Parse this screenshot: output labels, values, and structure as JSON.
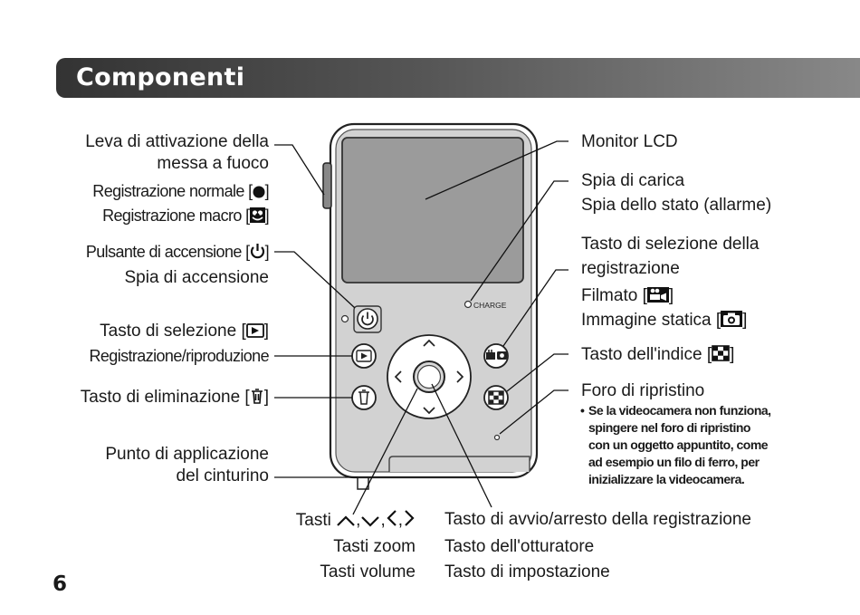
{
  "header": {
    "title": "Componenti"
  },
  "page_number": "6",
  "left_labels": {
    "focus_lever_line1": "Leva di attivazione della",
    "focus_lever_line2": "messa a fuoco",
    "normal_rec": "Registrazione normale [",
    "macro_rec": "Registrazione macro [",
    "power_button": "Pulsante di accensione [",
    "power_lamp": "Spia di accensione",
    "select_button": "Tasto di selezione [",
    "rec_play": "Registrazione/riproduzione",
    "delete_button": "Tasto di eliminazione [",
    "strap_line1": "Punto di applicazione",
    "strap_line2": "del cinturino"
  },
  "right_labels": {
    "lcd": "Monitor LCD",
    "charge_lamp": "Spia di carica",
    "status_lamp": "Spia dello stato (allarme)",
    "rec_select_line1": "Tasto di selezione della",
    "rec_select_line2": "registrazione",
    "movie": "Filmato [",
    "still": "Immagine statica [",
    "index": "Tasto dell'indice [",
    "reset_hole": "Foro di ripristino"
  },
  "bracket_close": "]",
  "reset_note": [
    "Se la videocamera non funziona,",
    "spingere nel foro di ripristino",
    "con un oggetto appuntito, come",
    "ad esempio un filo di ferro, per",
    "inizializzare la videocamera."
  ],
  "note_bullet": "•",
  "bottom_labels": {
    "keys_prefix": "Tasti",
    "zoom": "Tasti zoom",
    "volume": "Tasti volume",
    "rec_start": "Tasto di avvio/arresto della registrazione",
    "shutter": "Tasto dell'otturatore",
    "settings": "Tasto di impostazione"
  },
  "camera": {
    "charge_text": "CHARGE"
  }
}
